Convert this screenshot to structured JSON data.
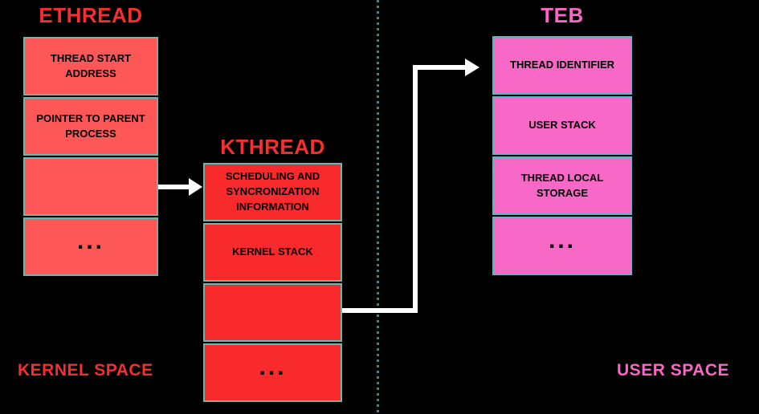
{
  "ethread": {
    "title": "ETHREAD",
    "boxes": [
      "THREAD START ADDRESS",
      "POINTER TO PARENT PROCESS",
      "",
      "..."
    ]
  },
  "kthread": {
    "title": "KTHREAD",
    "boxes": [
      "SCHEDULING AND SYNCRONIZATION INFORMATION",
      "KERNEL STACK",
      "",
      "..."
    ]
  },
  "teb": {
    "title": "TEB",
    "boxes": [
      "THREAD IDENTIFIER",
      "USER STACK",
      "THREAD LOCAL STORAGE",
      "..."
    ]
  },
  "regions": {
    "kernel_label": "KERNEL SPACE",
    "user_label": "USER SPACE"
  },
  "colors": {
    "background": "#000000",
    "ethread_fill": "#fd5757",
    "ethread_border": "#6db6ab",
    "kthread_fill": "#f92a2b",
    "kthread_border": "#6db6ab",
    "teb_fill": "#f868c6",
    "teb_border": "#5cb6c4",
    "red_accent": "#f62e2e",
    "pink_accent": "#f966c5",
    "divider": "#2c8b96",
    "arrow": "#ffffff",
    "box_text": "#000000"
  }
}
